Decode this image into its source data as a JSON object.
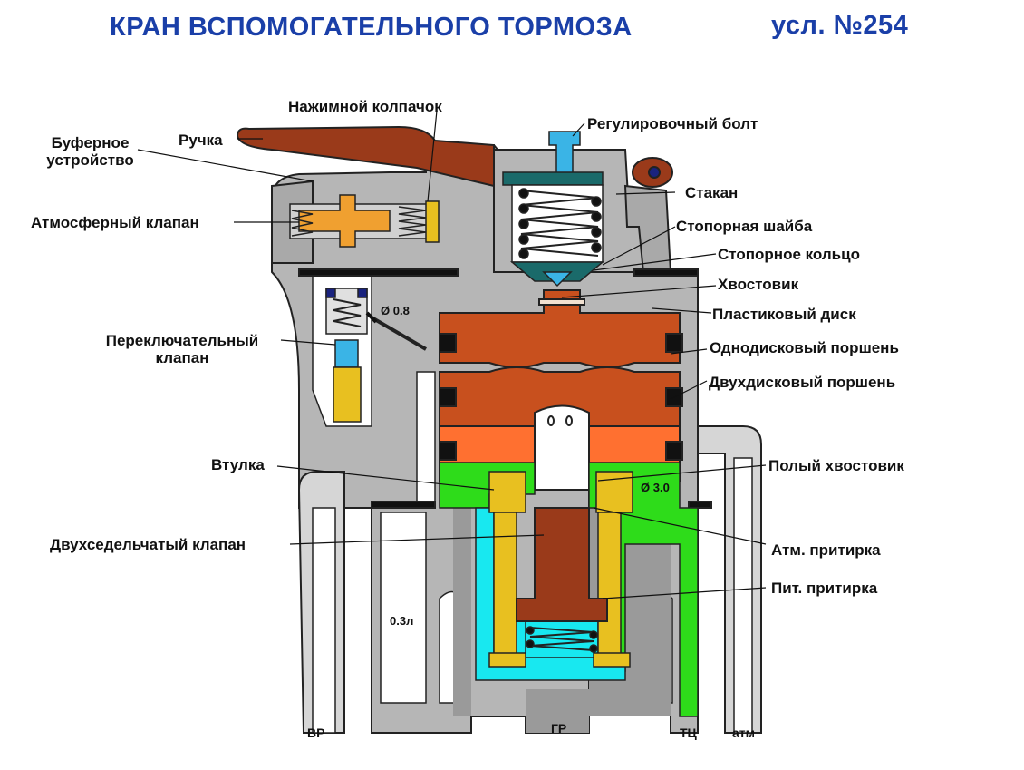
{
  "title": {
    "main": "КРАН  ВСПОМОГАТЕЛЬНОГО  ТОРМОЗА",
    "number": "усл. №254"
  },
  "labels": {
    "push_cap": "Нажимной колпачок",
    "buffer_device": "Буферное устройство",
    "handle": "Ручка",
    "atm_valve": "Атмосферный клапан",
    "switch_valve": "Переключательный клапан",
    "bushing": "Втулка",
    "double_seat_valve": "Двухседельчатый клапан",
    "adjusting_bolt": "Регулировочный болт",
    "cup": "Стакан",
    "lock_washer": "Стопорная шайба",
    "lock_ring": "Стопорное кольцо",
    "shank": "Хвостовик",
    "plastic_disk": "Пластиковый диск",
    "single_disk_piston": "Однодисковый поршень",
    "double_disk_piston": "Двухдисковый поршень",
    "hollow_shank": "Полый хвостовик",
    "atm_lapping": "Атм. притирка",
    "supply_lapping": "Пит. притирка"
  },
  "annotations": {
    "orifice_08": "Ø 0.8",
    "orifice_30": "Ø 3.0",
    "volume": "0.3л"
  },
  "ports": {
    "vr": "ВР",
    "gr": "ГР",
    "tc": "ТЦ",
    "atm": "атм"
  },
  "colors": {
    "title": "#1a3fa8",
    "body_gray": "#b4b4b4",
    "piston_orange": "#c8501e",
    "handle_brown": "#9a3a1a",
    "spring_blue": "#3ab4e6",
    "green_chamber": "#2edc1a",
    "cyan_chamber": "#18e8f0",
    "brass_yellow": "#e8c020",
    "atm_valve_orange": "#f0a030",
    "seal_black": "#111111"
  }
}
